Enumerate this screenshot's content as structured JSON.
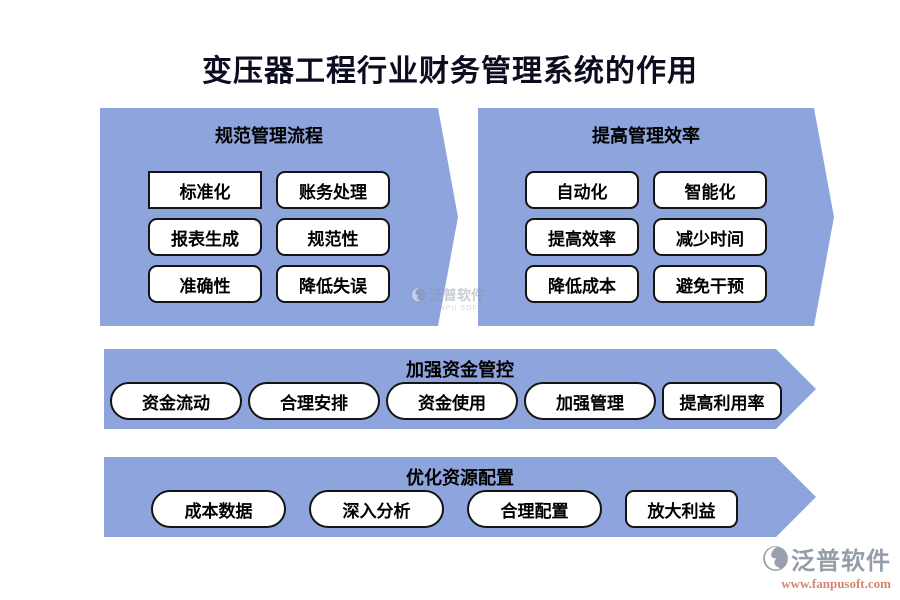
{
  "title": "变压器工程行业财务管理系统的作用",
  "colors": {
    "panel_blue": "#8EA4DC",
    "box_border": "#141414",
    "title_text": "#0c0c20",
    "logo_grey": "#959DAB",
    "logo_url_color": "#D5846E"
  },
  "panels": [
    {
      "header": "规范管理流程",
      "boxes": [
        "标准化",
        "账务处理",
        "报表生成",
        "规范性",
        "准确性",
        "降低失误"
      ]
    },
    {
      "header": "提高管理效率",
      "boxes": [
        "自动化",
        "智能化",
        "提高效率",
        "减少时间",
        "降低成本",
        "避免干预"
      ]
    }
  ],
  "bands": [
    {
      "header": "加强资金管控",
      "pills": [
        "资金流动",
        "合理安排",
        "资金使用",
        "加强管理",
        "提高利用率"
      ]
    },
    {
      "header": "优化资源配置",
      "pills": [
        "成本数据",
        "深入分析",
        "合理配置",
        "放大利益"
      ]
    }
  ],
  "watermark": {
    "text": "泛普软件",
    "subtext": "FANPU SOFTWARE"
  },
  "logo": {
    "name": "泛普软件",
    "url": "www.fanpusoft.com"
  }
}
